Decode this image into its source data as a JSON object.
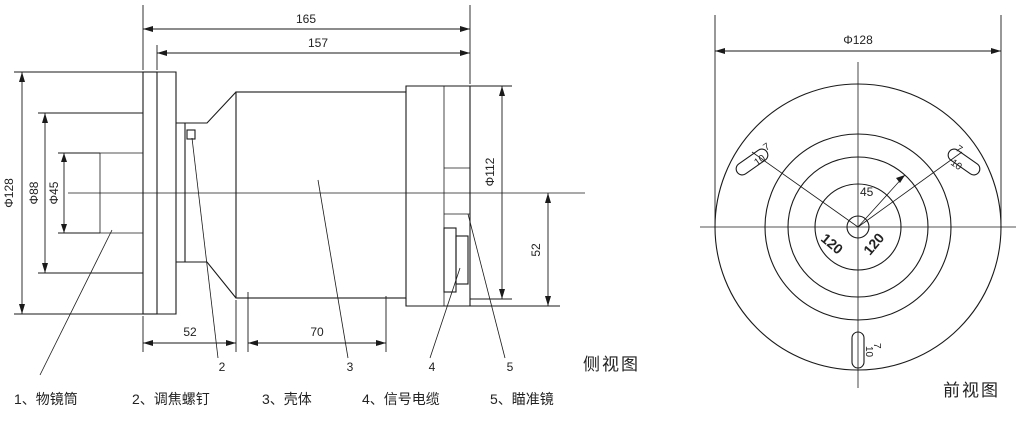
{
  "side_view": {
    "title": "侧视图",
    "dims": {
      "overall_length": "165",
      "body_length": "157",
      "dia_128": "Φ128",
      "dia_88": "Φ88",
      "dia_45": "Φ45",
      "dia_112": "Φ112",
      "offset_52": "52",
      "front_52": "52",
      "mid_70": "70"
    },
    "callouts": [
      "2",
      "3",
      "4",
      "5"
    ]
  },
  "front_view": {
    "title": "前视图",
    "dims": {
      "dia_128": "Φ128",
      "radius_45": "45",
      "angle_left": "120",
      "angle_right": "120",
      "slot_7_a": "7",
      "slot_7_b": "7",
      "slot_7_c": "7",
      "slot_10_a": "10",
      "slot_10_b": "10",
      "slot_10_c": "10"
    }
  },
  "legend": [
    "1、物镜筒",
    "2、调焦螺钉",
    "3、壳体",
    "4、信号电缆",
    "5、瞄准镜"
  ]
}
